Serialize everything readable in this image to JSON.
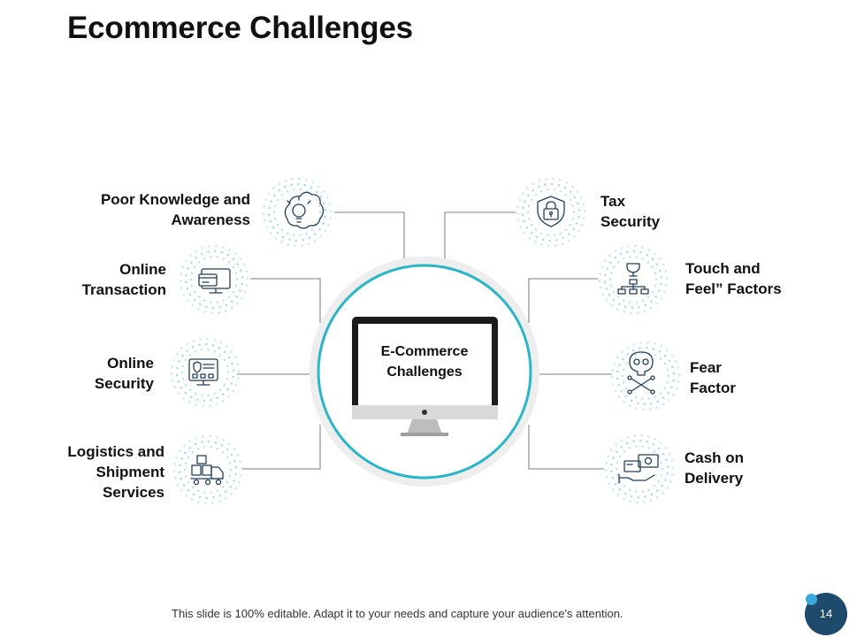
{
  "title": "Ecommerce Challenges",
  "center_label": "E-Commerce\nChallenges",
  "colors": {
    "accent": "#2bb6c8",
    "ring": "#eeeeee",
    "icon": "#1f3f5b",
    "dots": "#9fd3ea",
    "connector": "#555555",
    "badge": "#1e4b6b"
  },
  "items": [
    {
      "label": "Poor Knowledge and\nAwareness",
      "icon": "brain-lightbulb-icon"
    },
    {
      "label": "Online\nTransaction",
      "icon": "credit-card-monitor-icon"
    },
    {
      "label": "Online\nSecurity",
      "icon": "secure-computer-icon"
    },
    {
      "label": "Logistics and\nShipment\nServices",
      "icon": "delivery-truck-icon"
    },
    {
      "label": "Tax\nSecurity",
      "icon": "shield-lock-icon"
    },
    {
      "label": "Touch and\nFeel” Factors",
      "icon": "trophy-hierarchy-icon"
    },
    {
      "label": "Fear\nFactor",
      "icon": "skull-crossbones-icon"
    },
    {
      "label": "Cash on\nDelivery",
      "icon": "cash-hand-icon"
    }
  ],
  "footer": "This slide is 100% editable. Adapt it to your needs and capture your audience's attention.",
  "page_number": "14"
}
